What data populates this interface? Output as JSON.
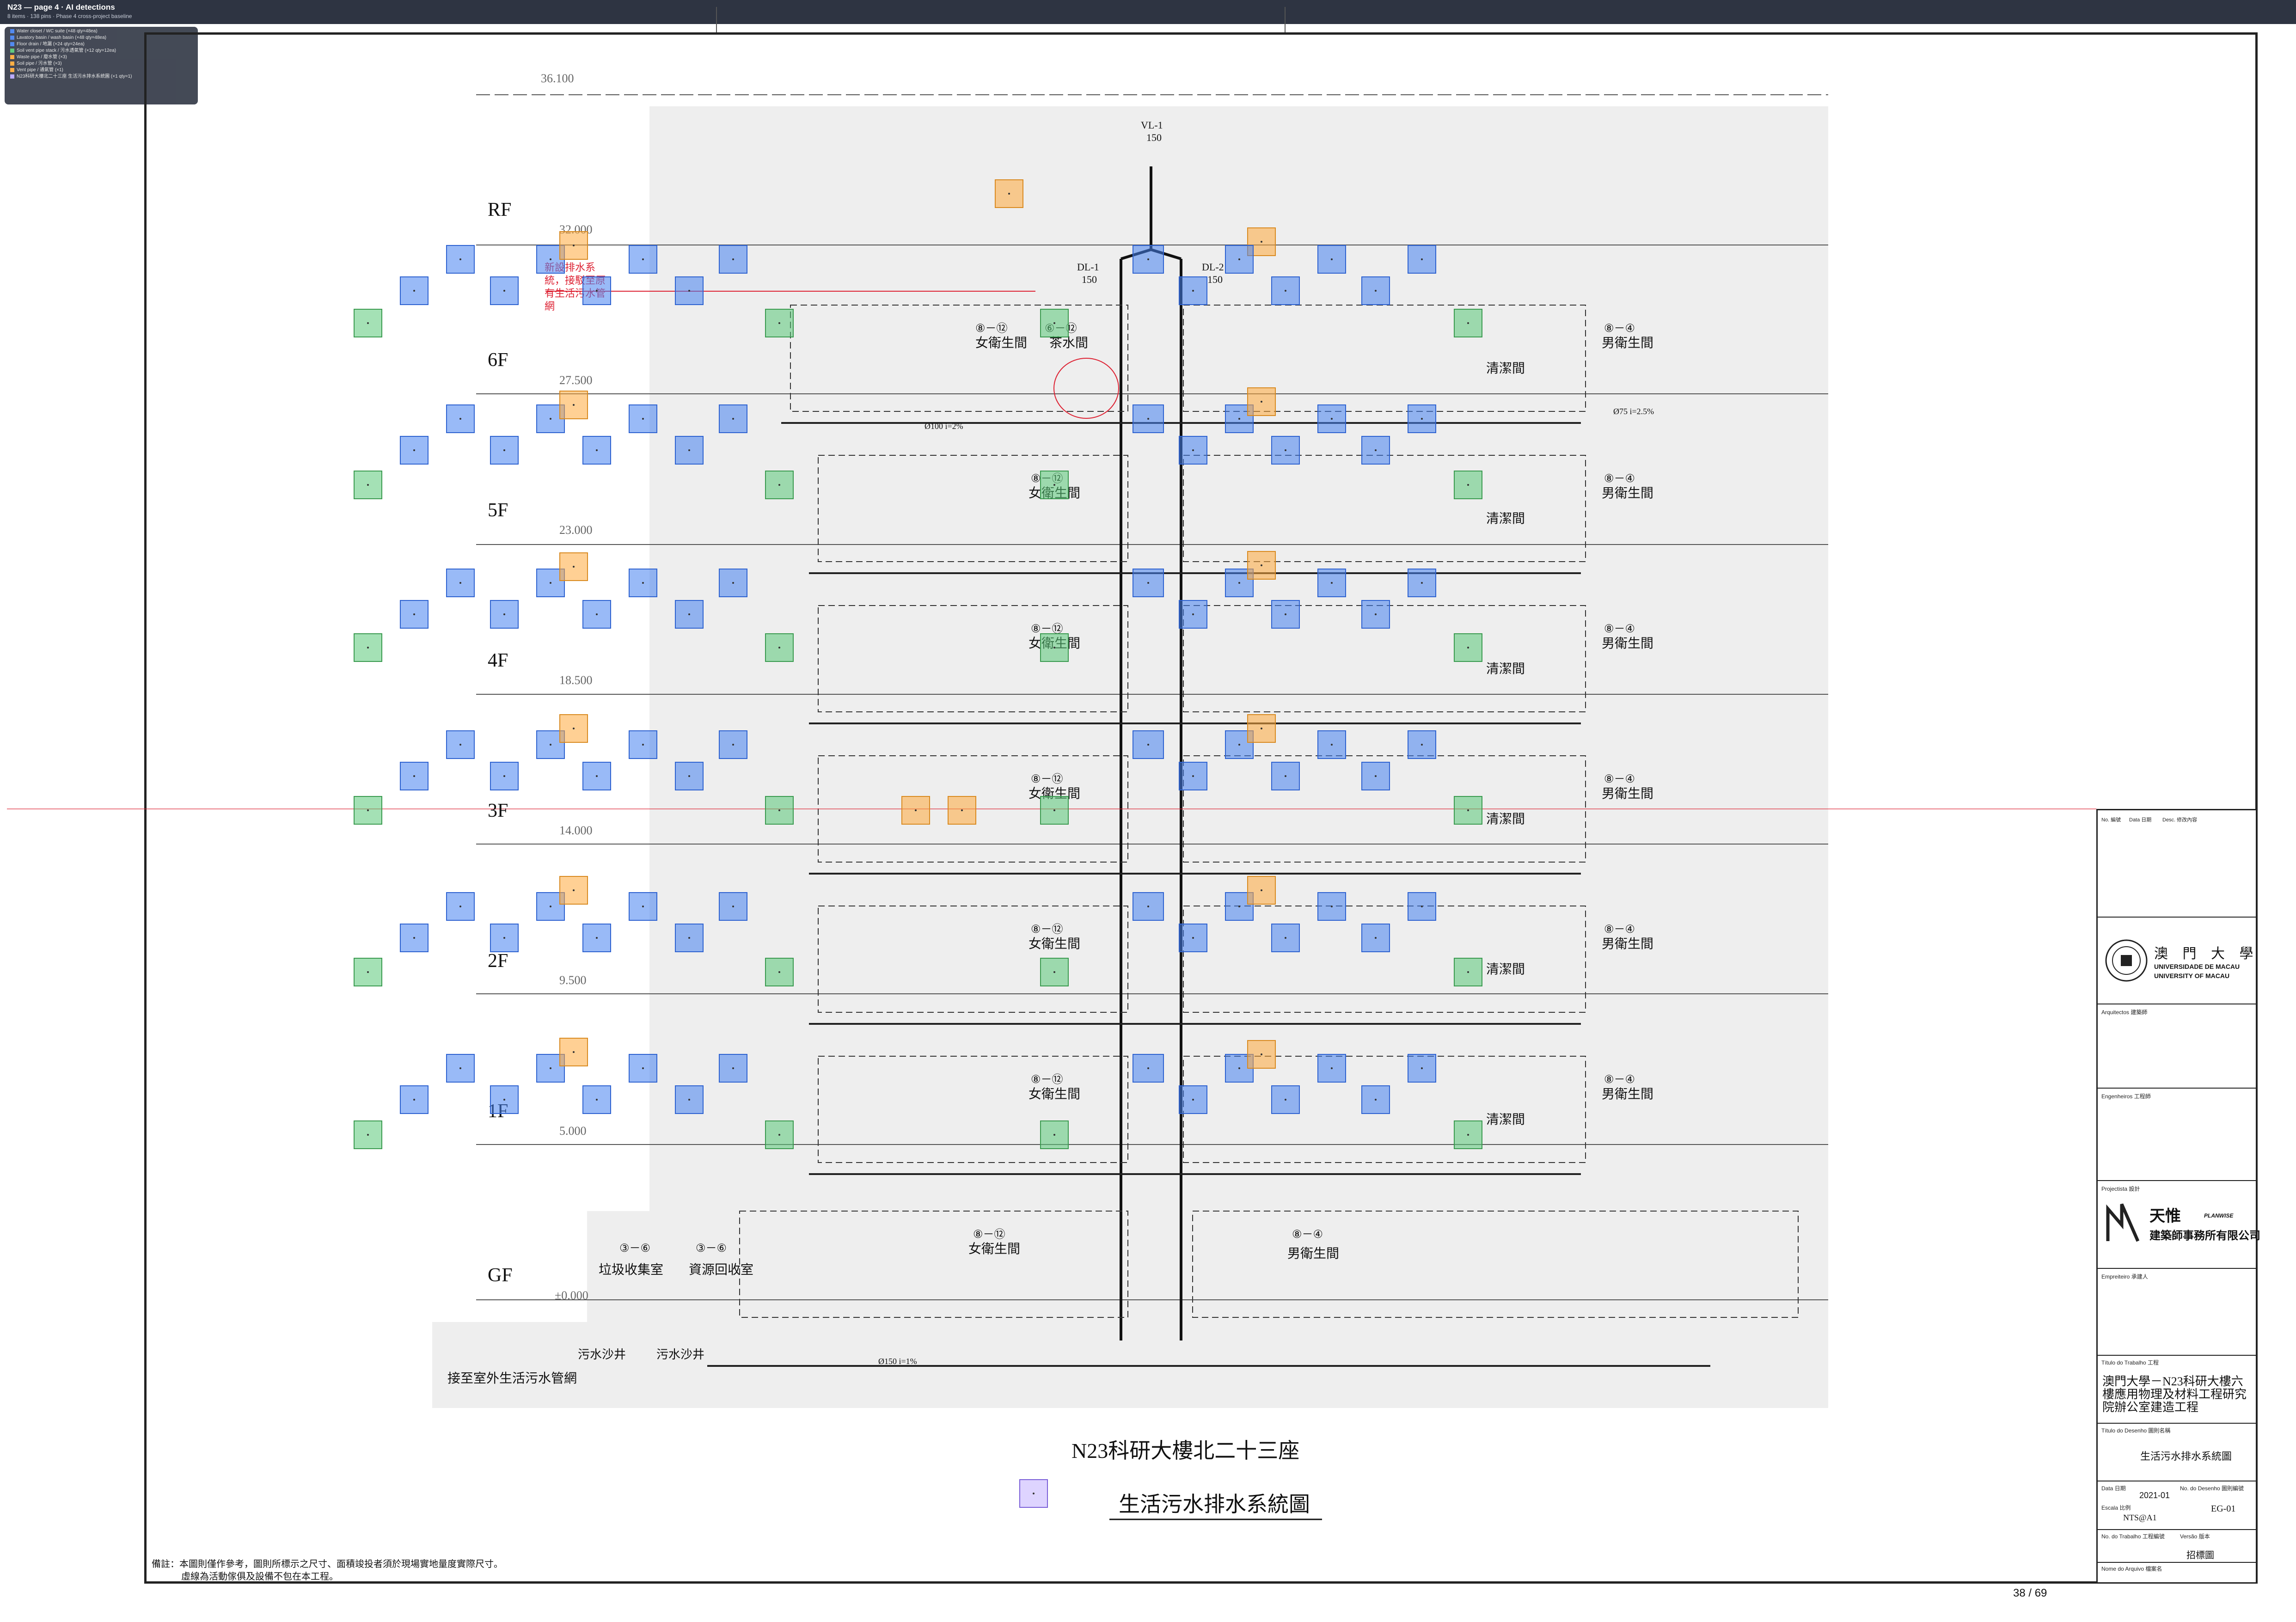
{
  "viewer": {
    "title": "N23 — page 4 · AI detections",
    "subtitle": "8 items · 138 pins · Phase 4 cross-project baseline",
    "legend": [
      {
        "label": "Water closet / WC suite (×48 qty=48ea)",
        "color": "#4a84f0"
      },
      {
        "label": "Lavatory basin / wash basin (×48 qty=48ea)",
        "color": "#4a84f0"
      },
      {
        "label": "Floor drain / 地漏 (×24 qty=24ea)",
        "color": "#4a84f0"
      },
      {
        "label": "Soil vent pipe stack / 污水透氣管 (×12 qty=12ea)",
        "color": "#5ac878"
      },
      {
        "label": "Waste pipe / 廢水管 (×3)",
        "color": "#ffaa3c"
      },
      {
        "label": "Soil pipe / 污水管 (×3)",
        "color": "#ffaa3c"
      },
      {
        "label": "Vent pipe / 通氣管 (×1)",
        "color": "#ffaa3c"
      },
      {
        "label": "N23科研大樓北二十三座 生活污水排水系統圖 (×1 qty=1)",
        "color": "#b8a6ff"
      }
    ]
  },
  "drawing": {
    "top_level": "36.100",
    "floors": [
      {
        "name": "RF",
        "level": "32.000"
      },
      {
        "name": "6F",
        "level": "27.500"
      },
      {
        "name": "5F",
        "level": "23.000"
      },
      {
        "name": "4F",
        "level": "18.500"
      },
      {
        "name": "3F",
        "level": "14.000"
      },
      {
        "name": "2F",
        "level": "9.500"
      },
      {
        "name": "1F",
        "level": "5.000"
      },
      {
        "name": "GF",
        "level": "±0.000"
      }
    ],
    "stacks": {
      "vl1": "VL-1",
      "vl1_size": "150",
      "dl1": "DL-1",
      "dl1_size": "150",
      "dl2": "DL-2",
      "dl2_size": "150"
    },
    "rooms": {
      "female_wc": "女衛生間",
      "male_wc": "男衛生間",
      "cleaning": "清潔間",
      "tea": "茶水間",
      "garbage": "垃圾收集室",
      "recycle": "資源回收室",
      "grid_female": "⑧－⑫",
      "grid_male": "⑧－④",
      "grid_tea": "⑥－⑫",
      "grid_garbage": "③－⑥",
      "grid_recycle": "③－⑥"
    },
    "red_note": "新設排水系統，接駁至原有生活污水管網",
    "septic": "污水沙井",
    "outdoor": "接至室外生活污水管網",
    "pipe_main": "Ø150  i=1%",
    "pipe_branch": "Ø100  i=2%",
    "pipe_75": "Ø75  i=2.5%",
    "drawing_title": "N23科研大樓北二十三座",
    "drawing_subtitle": "生活污水排水系統圖"
  },
  "notes": {
    "line1": "備註：本圖則僅作參考，圖則所標示之尺寸、面積竣投者須於現場實地量度實際尺寸。",
    "line2": "虛線為活動傢俱及設備不包在本工程。"
  },
  "title_block": {
    "rev_no": "No. 編號",
    "rev_date": "Data 日期",
    "rev_desc": "Desc. 修改內容",
    "client_en1": "UNIVERSIDADE DE MACAU",
    "client_en2": "UNIVERSITY OF MACAU",
    "client_cn": "澳 門 大 學",
    "architect_label": "Arquitectos 建築師",
    "engineer_label": "Engenheiros 工程師",
    "designer_label": "Projectista 設計",
    "firm_cn": "天惟",
    "firm_name": "建築師事務所有限公司",
    "firm_en": "PLANWISE",
    "contractor_label": "Empreiteiro 承建人",
    "project_label": "Título do Trabalho 工程",
    "project_name": "澳門大學－N23科研大樓六樓應用物理及材料工程研究院辦公室建造工程",
    "drawing_label": "Título do Desenho 圖則名稱",
    "drawing_name": "生活污水排水系統圖",
    "date_label": "Data 日期",
    "date_value": "2021-01",
    "scale_label": "Escala 比例",
    "scale_value": "NTS@A1",
    "dwg_no_label": "No. do Desenho 圖則編號",
    "dwg_no_value": "EG-01",
    "work_no_label": "No. do Trabalho 工程編號",
    "version_label": "Versão 版本",
    "version_value": "招標圖",
    "file_label": "Nome do Arquivo 檔案名"
  },
  "page": {
    "current": "38",
    "total": "69",
    "display": "38 / 69"
  }
}
